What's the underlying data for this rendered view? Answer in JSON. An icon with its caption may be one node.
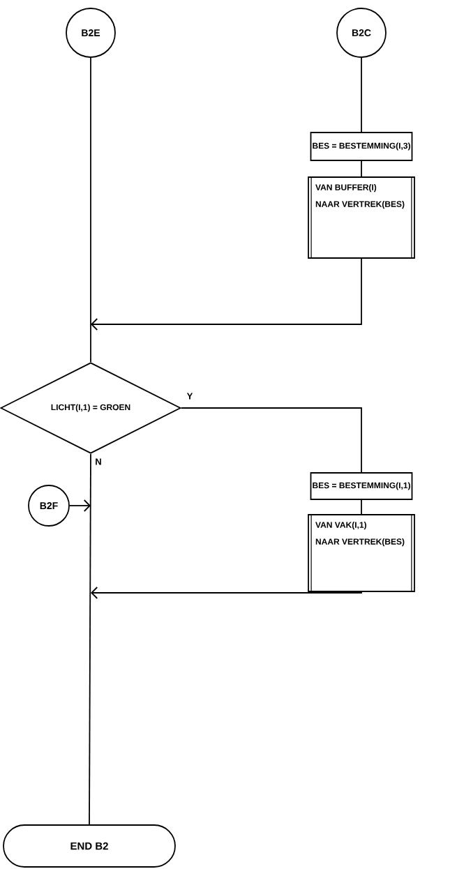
{
  "diagram": {
    "nodes": [
      {
        "text": [
          "B2E"
        ]
      },
      {
        "text": [
          "B2C"
        ]
      },
      {
        "text": [
          "BES = BESTEMMING(I,3)"
        ]
      },
      {
        "text": [
          "VAN BUFFER(I)",
          "NAAR VERTREK(BES)"
        ]
      },
      {
        "text": [
          "LICHT(I,1) = GROEN"
        ]
      },
      {
        "text": [
          "BES = BESTEMMING(I,1)"
        ]
      },
      {
        "text": [
          "B2F"
        ]
      },
      {
        "text": [
          "VAN VAK(I,1)",
          "NAAR VERTREK(BES)"
        ]
      },
      {
        "text": [
          "END B2"
        ]
      }
    ],
    "edges": [
      {
        "from": 0,
        "to": 4,
        "arrow": "none"
      },
      {
        "from": 1,
        "to": 2,
        "arrow": "none"
      },
      {
        "from": 2,
        "to": 3,
        "arrow": "none"
      },
      {
        "from": 3,
        "to": null,
        "arrow": "to"
      },
      {
        "from": 4,
        "to": 5,
        "arrow": "none",
        "label": "Y"
      },
      {
        "from": 5,
        "to": 7,
        "arrow": "none"
      },
      {
        "from": 4,
        "to": 8,
        "arrow": "none",
        "label": "N"
      },
      {
        "from": 6,
        "to": null,
        "arrow": "to"
      },
      {
        "from": 7,
        "to": null,
        "arrow": "to"
      }
    ]
  }
}
